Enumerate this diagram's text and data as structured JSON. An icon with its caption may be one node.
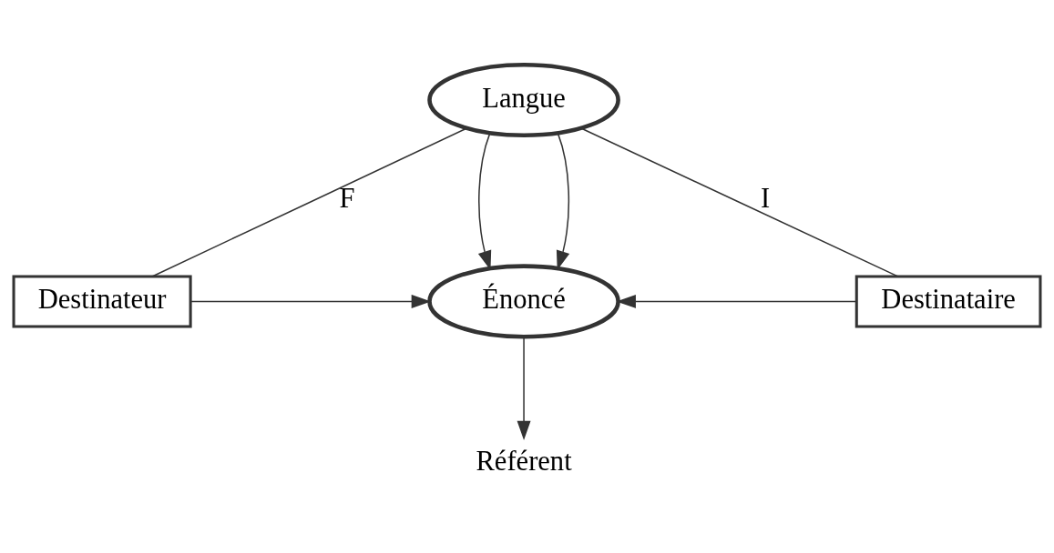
{
  "diagram": {
    "nodes": [
      {
        "text": [
          "Langue"
        ]
      },
      {
        "text": [
          "Destinateur"
        ]
      },
      {
        "text": [
          "Énoncé"
        ]
      },
      {
        "text": [
          "Destinataire"
        ]
      },
      {
        "text": [
          "Référent"
        ]
      }
    ],
    "edges": [
      {
        "from": 0,
        "to": 1,
        "arrow": "none",
        "label": "F"
      },
      {
        "from": 0,
        "to": 3,
        "arrow": "none",
        "label": "I"
      },
      {
        "from": 0,
        "to": 2,
        "arrow": "to"
      },
      {
        "from": 0,
        "to": 2,
        "arrow": "to"
      },
      {
        "from": 1,
        "to": 2,
        "arrow": "to"
      },
      {
        "from": 3,
        "to": 2,
        "arrow": "to"
      },
      {
        "from": 2,
        "to": 4,
        "arrow": "to"
      }
    ]
  }
}
